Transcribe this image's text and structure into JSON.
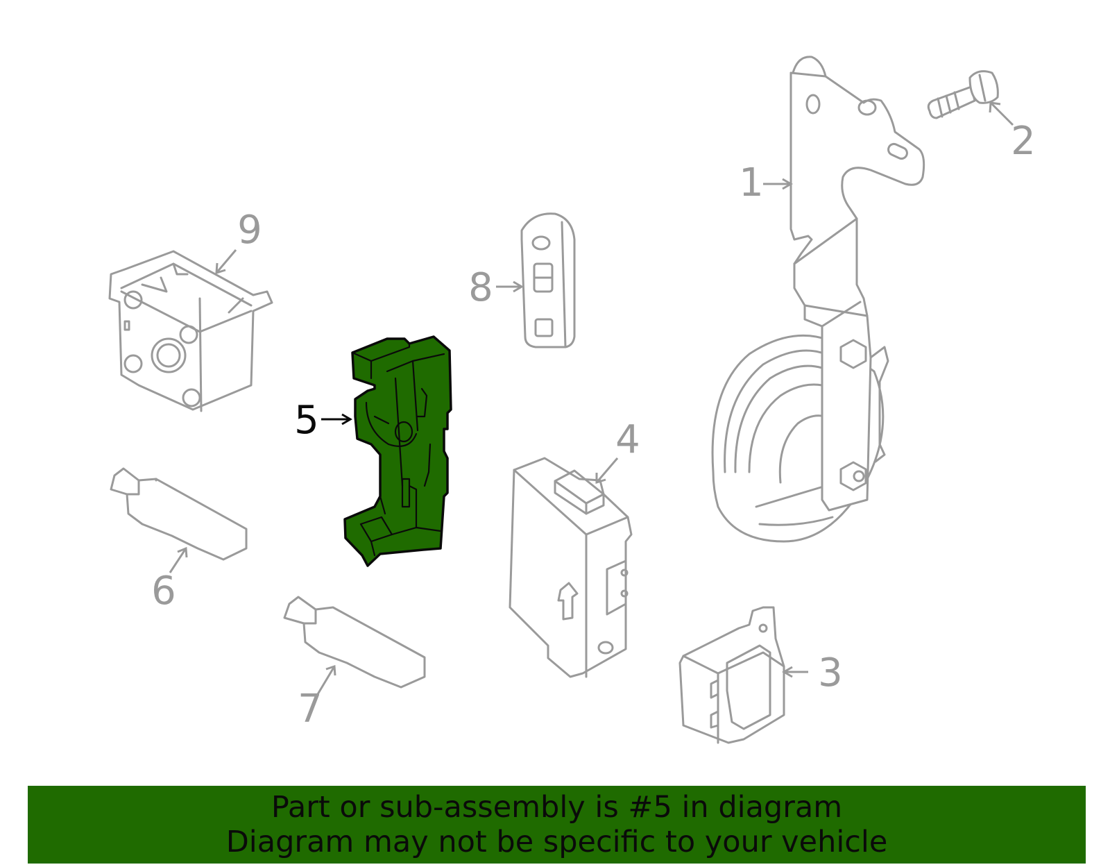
{
  "callouts": {
    "p1": "1",
    "p2": "2",
    "p3": "3",
    "p4": "4",
    "p5": "5",
    "p6": "6",
    "p7": "7",
    "p8": "8",
    "p9": "9"
  },
  "highlight": {
    "part_number": "5",
    "fill_color": "#1f6b00",
    "outline_color": "#0a0a0a"
  },
  "parts_color": "#9a9a9a",
  "banner": {
    "line1": "Part or sub-assembly is #5 in diagram",
    "line2": "Diagram may not be specific to your vehicle",
    "background": "#1f6b00"
  }
}
